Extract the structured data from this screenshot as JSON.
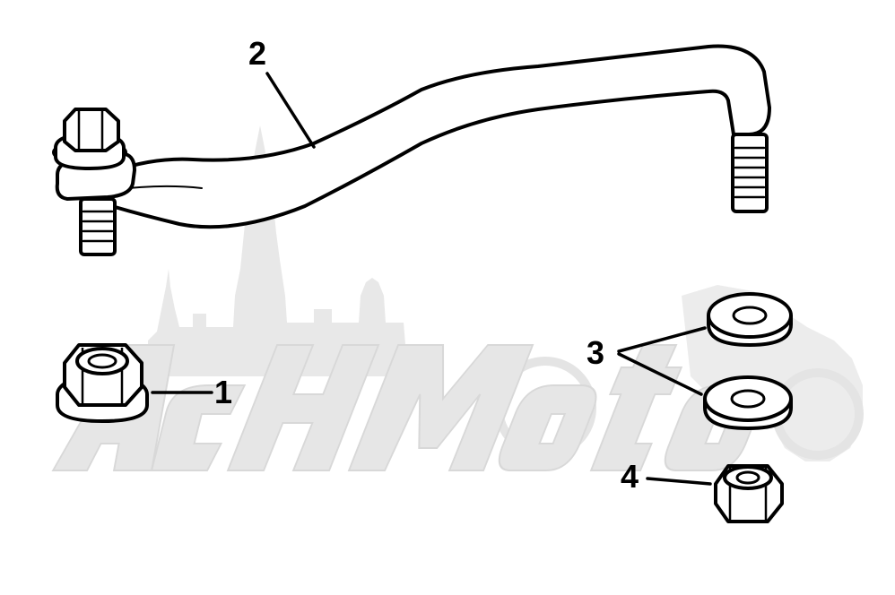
{
  "watermark": {
    "text": "AchMoto",
    "color": "#e6e6e6"
  },
  "colors": {
    "line": "#000000",
    "fill": "#ffffff"
  },
  "callouts": [
    {
      "number": "1",
      "part": "flange-nut"
    },
    {
      "number": "2",
      "part": "stabilizer-link-bar"
    },
    {
      "number": "3",
      "part": "washers"
    },
    {
      "number": "4",
      "part": "hex-nut"
    }
  ]
}
